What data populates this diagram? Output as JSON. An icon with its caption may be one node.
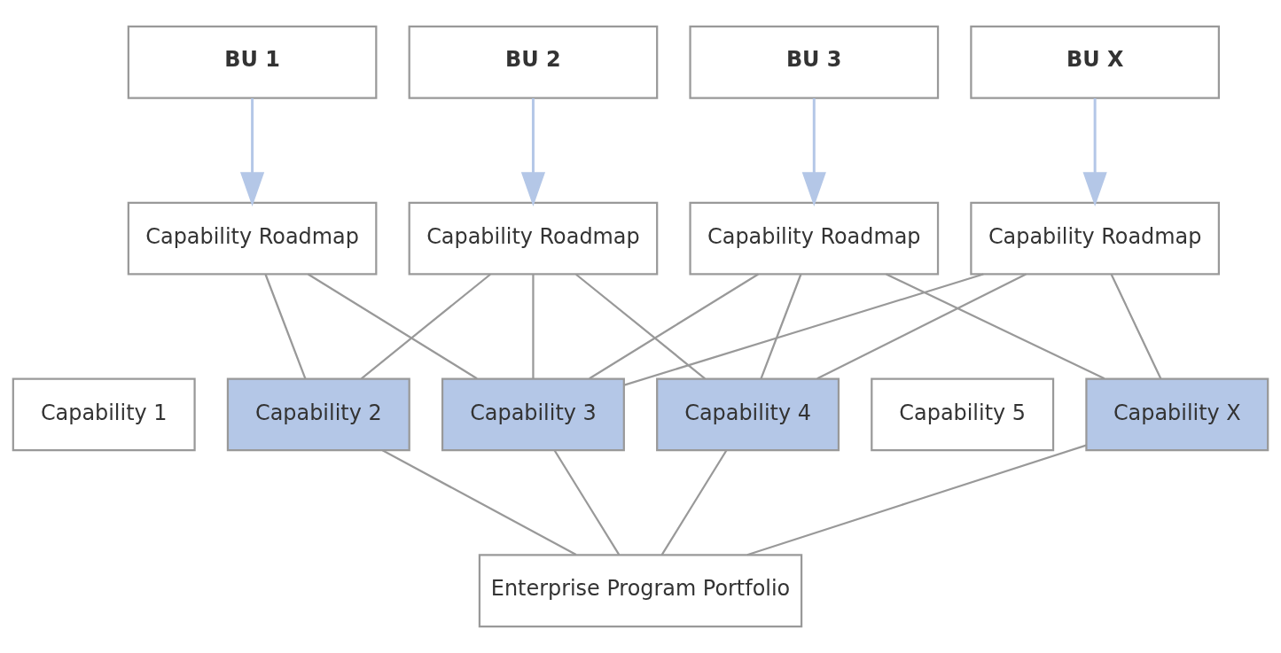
{
  "diagram": {
    "nodes": [
      {
        "text": [
          "BU 1"
        ]
      },
      {
        "text": [
          "BU 2"
        ]
      },
      {
        "text": [
          "BU 3"
        ]
      },
      {
        "text": [
          "BU X"
        ]
      },
      {
        "text": [
          "Capability Roadmap"
        ]
      },
      {
        "text": [
          "Capability Roadmap"
        ]
      },
      {
        "text": [
          "Capability Roadmap"
        ]
      },
      {
        "text": [
          "Capability Roadmap"
        ]
      },
      {
        "text": [
          "Capability 1"
        ]
      },
      {
        "text": [
          "Capability 2"
        ]
      },
      {
        "text": [
          "Capability 3"
        ]
      },
      {
        "text": [
          "Capability 4"
        ]
      },
      {
        "text": [
          "Capability 5"
        ]
      },
      {
        "text": [
          "Capability X"
        ]
      },
      {
        "text": [
          "Enterprise Program Portfolio"
        ]
      }
    ],
    "edges": [
      {
        "from": 0,
        "to": 4,
        "arrow": "to",
        "color": "#b4c7e7"
      },
      {
        "from": 1,
        "to": 5,
        "arrow": "to",
        "color": "#b4c7e7"
      },
      {
        "from": 2,
        "to": 6,
        "arrow": "to",
        "color": "#b4c7e7"
      },
      {
        "from": 3,
        "to": 7,
        "arrow": "to",
        "color": "#b4c7e7"
      },
      {
        "from": 4,
        "to": 9,
        "arrow": "none"
      },
      {
        "from": 4,
        "to": 10,
        "arrow": "none"
      },
      {
        "from": 5,
        "to": 9,
        "arrow": "none"
      },
      {
        "from": 5,
        "to": 10,
        "arrow": "none"
      },
      {
        "from": 5,
        "to": 11,
        "arrow": "none"
      },
      {
        "from": 6,
        "to": 10,
        "arrow": "none"
      },
      {
        "from": 6,
        "to": 11,
        "arrow": "none"
      },
      {
        "from": 6,
        "to": 13,
        "arrow": "none"
      },
      {
        "from": 7,
        "to": 10,
        "arrow": "none"
      },
      {
        "from": 7,
        "to": 11,
        "arrow": "none"
      },
      {
        "from": 7,
        "to": 13,
        "arrow": "none"
      },
      {
        "from": 9,
        "to": 14,
        "arrow": "none"
      },
      {
        "from": 10,
        "to": 14,
        "arrow": "none"
      },
      {
        "from": 11,
        "to": 14,
        "arrow": "none"
      },
      {
        "from": 13,
        "to": 14,
        "arrow": "none"
      }
    ]
  }
}
